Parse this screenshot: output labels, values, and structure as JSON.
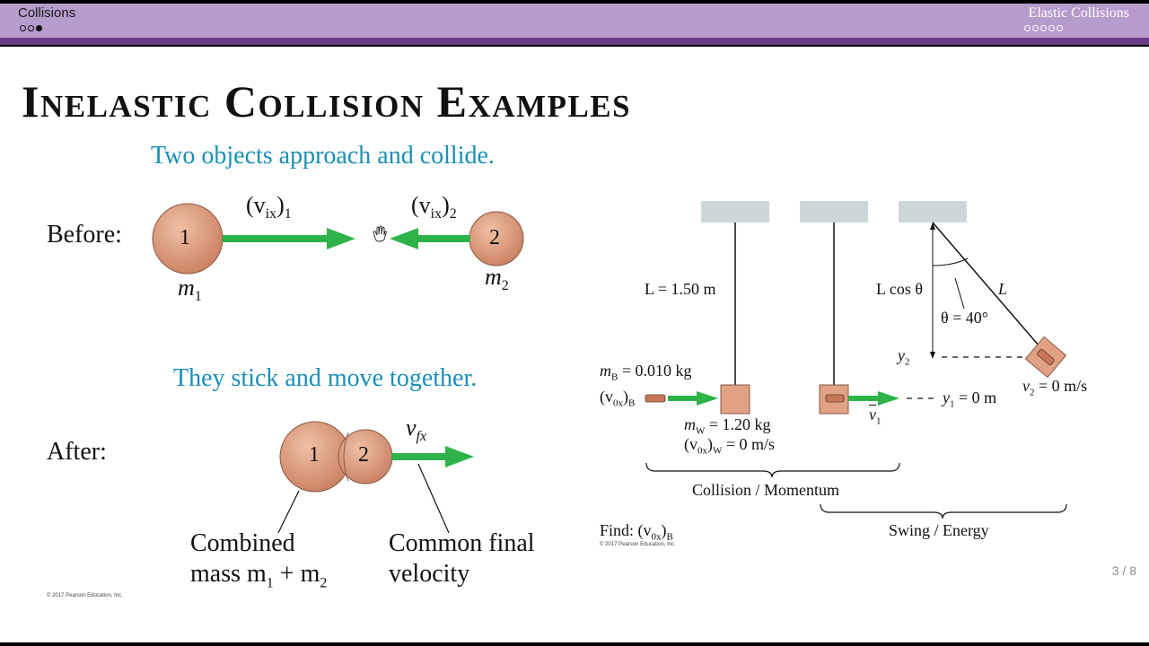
{
  "header": {
    "section_left": "Collisions",
    "section_right": "Elastic Collisions",
    "left_dots": [
      false,
      false,
      true
    ],
    "right_dots": [
      false,
      false,
      false,
      false,
      false
    ]
  },
  "slide": {
    "title": "Inelastic Collision Examples",
    "page": "3 / 8"
  },
  "figure_left": {
    "caption_top": "Two objects approach and collide.",
    "before_label": "Before:",
    "ball1": "1",
    "ball2": "2",
    "v1_label": "(v",
    "v1_sub": "ix",
    "v1_close": ")",
    "v1_index": "1",
    "v2_index": "2",
    "m1": "m",
    "m_sub1": "1",
    "m_sub2": "2",
    "caption_bottom": "They stick and move together.",
    "after_label": "After:",
    "vf_label": "v",
    "vf_sub": "fx",
    "combined_line1": "Combined",
    "combined_line2": "mass m",
    "combined_plus": " + m",
    "common_line1": "Common final",
    "common_line2": "velocity",
    "copyright": "© 2017 Pearson Education, Inc."
  },
  "figure_right": {
    "L_label": "L = 1.50 m",
    "mB_label": "m",
    "mB_sub": "B",
    "mB_value": " = 0.010 kg",
    "v0xB_label": "(v",
    "v0xB_sub": "0x",
    "v0xB_close": ")",
    "v0xB_index": "B",
    "mW_label": "m",
    "mW_sub": "W",
    "mW_value": " = 1.20 kg",
    "v0xW_label": "(v",
    "v0xW_sub": "0x",
    "v0xW_close": ")",
    "v0xW_index": "W",
    "v0xW_value": " = 0 m/s",
    "v1_vec": "v",
    "v1_sub": "1",
    "y1_label": "y",
    "y1_sub": "1",
    "y1_value": " = 0 m",
    "Lcos_label": "L cos θ",
    "theta_label": "θ = 40°",
    "L2_label": "L",
    "y2_label": "y",
    "y2_sub": "2",
    "v2_label": "v",
    "v2_sub": "2",
    "v2_value": " = 0 m/s",
    "collision_caption": "Collision / Momentum",
    "swing_caption": "Swing / Energy",
    "find_label": "Find: (v",
    "find_sub": "0x",
    "find_close": ")",
    "find_index": "B",
    "copyright": "© 2017 Pearson Education, Inc."
  },
  "colors": {
    "band": "#b59ccc",
    "band_dark": "#6a3c88",
    "caption_blue": "#1a8fb8",
    "arrow_green": "#2db34a",
    "ball_fill": "#d9967a",
    "block_fill": "#e0a184"
  }
}
